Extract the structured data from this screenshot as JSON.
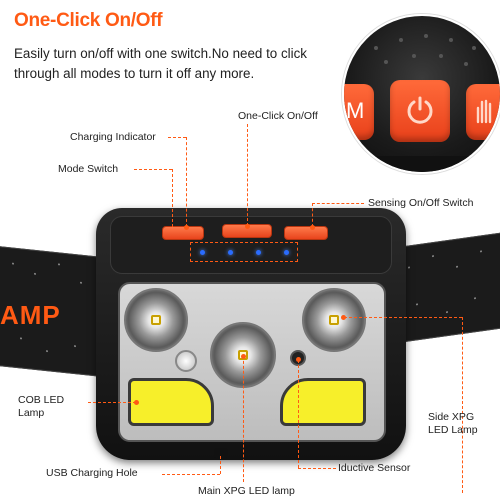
{
  "header": {
    "title": "One-Click On/Off",
    "description": "Easily turn on/off with one switch.No need to click through all modes to turn it off any more."
  },
  "band_text": "AMP",
  "labels": {
    "one_click": "One-Click On/Off",
    "charging_indicator": "Charging Indicator",
    "mode_switch": "Mode Switch",
    "sensing_switch": "Sensing On/Off Switch",
    "cob_led": "COB LED Lamp",
    "side_xpg": "Side XPG LED Lamp",
    "usb_hole": "USB Charging Hole",
    "inductive_sensor": "Iductive Sensor",
    "main_xpg": "Main XPG LED lamp"
  },
  "colors": {
    "accent": "#ff5a14",
    "indicator_led": "#2a6cff",
    "cob": "#f7ef2a"
  },
  "icons": [
    "power-icon",
    "hand-wave-icon",
    "mode-m-icon"
  ]
}
